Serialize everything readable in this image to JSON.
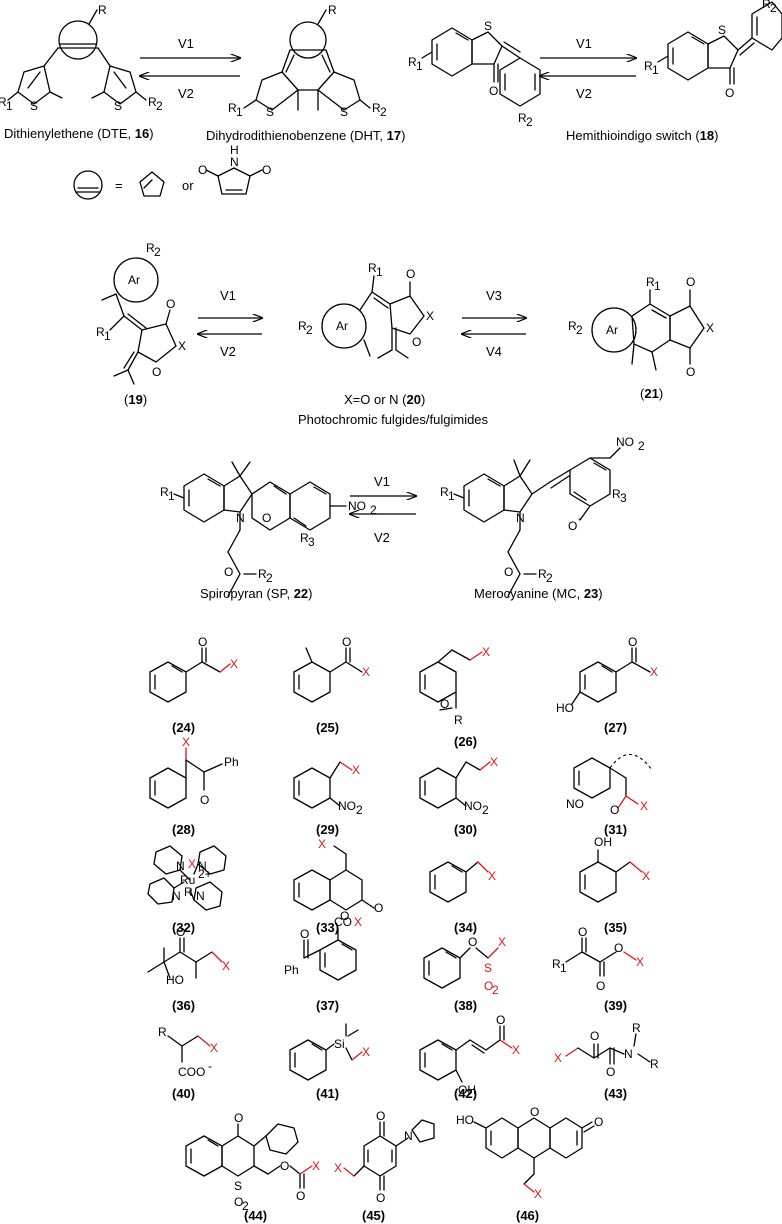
{
  "colors": {
    "line": "#000000",
    "highlight": "#e0151b",
    "background": "#ffffff"
  },
  "top": {
    "dte_caption_pre": "Dithienylethene (DTE, ",
    "dte_caption_num": "16",
    "dte_caption_post": ")",
    "dht_caption_pre": "Dihydrodithienobenzene (DHT, ",
    "dht_caption_num": "17",
    "dht_caption_post": ")",
    "hti_caption_pre": "Hemithioindigo switch (",
    "hti_caption_num": "18",
    "hti_caption_post": ")",
    "arrow_fwd": "V1",
    "arrow_rev": "V2",
    "ring_equals": "=",
    "ring_or": "or"
  },
  "fulgide": {
    "v1": "V1",
    "v2": "V2",
    "v3": "V3",
    "v4": "V4",
    "label_19": "19",
    "label_20": "20",
    "label_21": "21",
    "x_caption_pre": "X=O or N (",
    "x_caption_post": ")",
    "subcaption": "Photochromic fulgides/fulgimides"
  },
  "spiro": {
    "v1": "V1",
    "v2": "V2",
    "sp_caption_pre": "Spiropyran (SP, ",
    "sp_caption_num": "22",
    "sp_caption_post": ")",
    "mc_caption_pre": "Merocyanine (MC, ",
    "mc_caption_num": "23",
    "mc_caption_post": ")"
  },
  "atoms": {
    "R": "R",
    "R1": "R",
    "R2": "R",
    "R3": "R",
    "sub1": "1",
    "sub2": "2",
    "sub3": "3",
    "S": "S",
    "O": "O",
    "N": "N",
    "H": "H",
    "X": "X",
    "Ar": "Ar",
    "NO2": "NO",
    "Ph": "Ph",
    "HO": "HO",
    "OH": "OH",
    "COO": "COO",
    "Si": "Si",
    "Ru": "Ru",
    "charge2": "2+",
    "minus": "-",
    "CO": "CO",
    "O2": "O"
  },
  "cages": [
    "(24)",
    "(25)",
    "(26)",
    "(27)",
    "(28)",
    "(29)",
    "(30)",
    "(31)",
    "(32)",
    "(33)",
    "(34)",
    "(35)",
    "(36)",
    "(37)",
    "(38)",
    "(39)",
    "(40)",
    "(41)",
    "(42)",
    "(43)",
    "(44)",
    "(45)",
    "(46)"
  ]
}
